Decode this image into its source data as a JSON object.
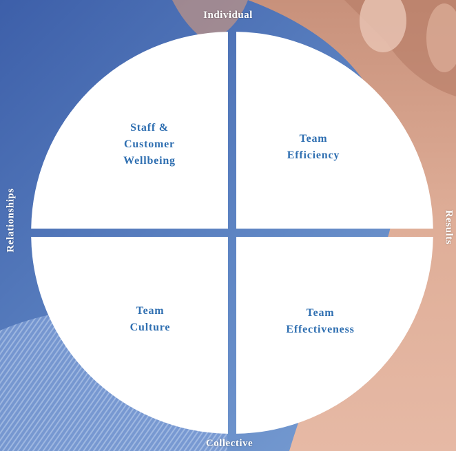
{
  "diagram": {
    "axes": {
      "top": "Individual",
      "bottom": "Collective",
      "left": "Relationships",
      "right": "Results"
    },
    "quadrants": {
      "top_left": {
        "line1": "Staff &",
        "line2": "Customer",
        "line3": "Wellbeing"
      },
      "top_right": {
        "line1": "Team",
        "line2": "Efficiency"
      },
      "bottom_left": {
        "line1": "Team",
        "line2": "Culture"
      },
      "bottom_right": {
        "line1": "Team",
        "line2": "Effectiveness"
      }
    },
    "colors": {
      "quadrant_fill": "#ffffff",
      "quadrant_text": "#2f6fb1",
      "axis_text": "#ffffff",
      "background_blue": "#3f66b0",
      "background_skin": "#d9a58c"
    }
  }
}
